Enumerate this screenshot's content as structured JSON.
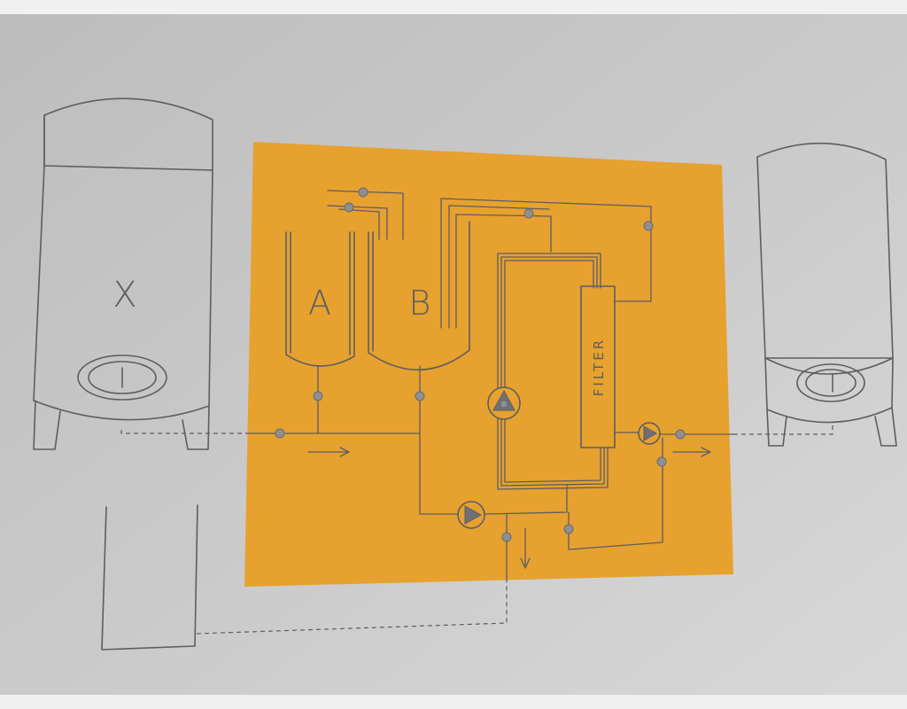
{
  "labels": {
    "tank_x": "X",
    "vessel_a": "A",
    "vessel_b": "B",
    "filter": "FILTER"
  },
  "colors": {
    "background": "#c9c9c9",
    "panel": "#e6a12f",
    "line": "#5d5d63",
    "node": "#8d8f92"
  }
}
